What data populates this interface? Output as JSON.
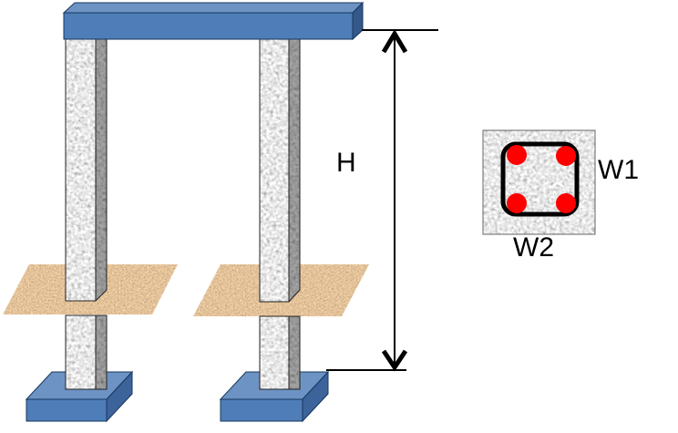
{
  "diagram": {
    "labels": {
      "height": "H",
      "section_width1": "W1",
      "section_width2": "W2"
    },
    "colors": {
      "background": "#ffffff",
      "beam_front": "#4e7db8",
      "beam_top": "#6d93c4",
      "beam_side": "#35588a",
      "footing_front": "#4e7db8",
      "footing_top": "#6d93c4",
      "footing_side": "#3c639a",
      "outline": "#17375e",
      "dimension": "#000000",
      "stirrup": "#000000",
      "rebar": "#ff0000"
    },
    "section": {
      "rebar_count": 4
    }
  }
}
